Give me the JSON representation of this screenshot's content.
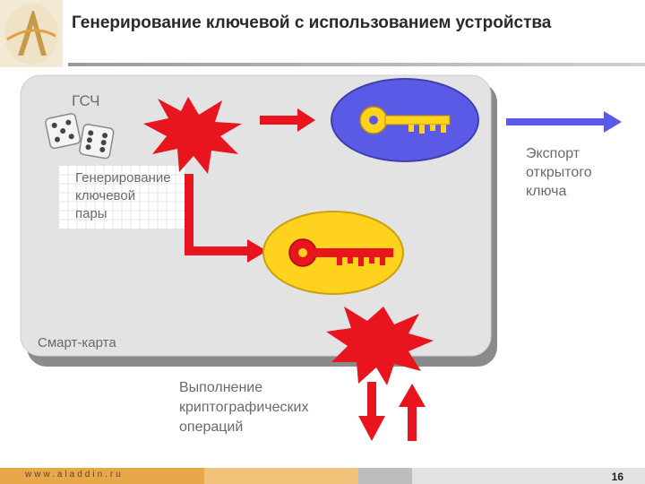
{
  "slide": {
    "title": "Генерирование ключевой с использованием устройства",
    "page_number": "16"
  },
  "footer": {
    "url": "www.aladdin.ru"
  },
  "diagram": {
    "rng_label": "ГСЧ",
    "keypair_label": [
      "Генерирование",
      "ключевой",
      "пары"
    ],
    "card_label": "Смарт-карта",
    "export_label": [
      "Экспорт",
      "открытого",
      "ключа"
    ],
    "crypto_label": [
      "Выполнение",
      "криптографических",
      "операций"
    ]
  },
  "colors": {
    "accent_red": "#e8141e",
    "public_key_bg": "#5a5ae6",
    "private_key_bg": "#ffd21e",
    "key_yellow": "#ffd21e",
    "key_red": "#e8141e",
    "export_arrow": "#5a5ae6",
    "card_bg": "#e0e0e0"
  },
  "icons": [
    "dice-icon",
    "public-key-icon",
    "private-key-icon",
    "burst-icon"
  ]
}
